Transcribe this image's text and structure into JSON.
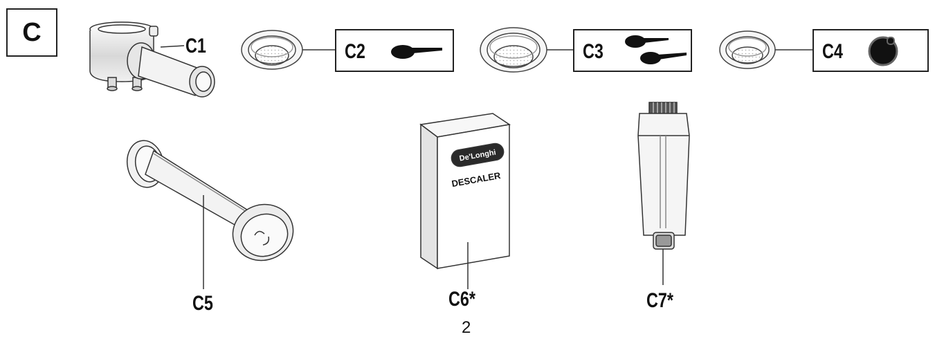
{
  "section": {
    "letter": "C"
  },
  "items": [
    {
      "id": "c1",
      "label": "C1"
    },
    {
      "id": "c2",
      "label": "C2"
    },
    {
      "id": "c3",
      "label": "C3"
    },
    {
      "id": "c4",
      "label": "C4"
    },
    {
      "id": "c5",
      "label": "C5"
    },
    {
      "id": "c6",
      "label": "C6*"
    },
    {
      "id": "c7",
      "label": "C7*"
    }
  ],
  "descaler": {
    "brand": "De'Longhi",
    "product": "DESCALER"
  },
  "page_number": "2",
  "icons": {
    "c1": "portafilter-icon",
    "c2": "single-shot-filter-icon",
    "c3": "double-shot-filter-icon",
    "c4": "pod-filter-icon",
    "c5": "tamper-icon",
    "c6": "descaler-box-icon",
    "c7": "water-filter-icon"
  }
}
